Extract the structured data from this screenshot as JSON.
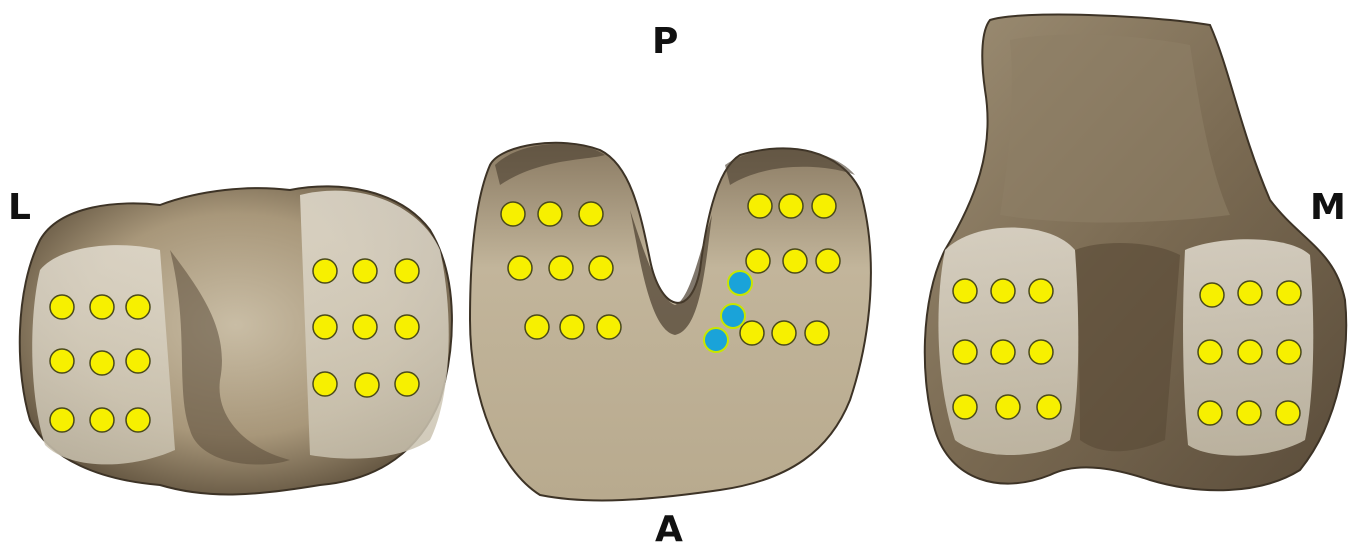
{
  "labels": {
    "posterior": "P",
    "anterior": "A",
    "lateral": "L",
    "medial": "M"
  },
  "colors": {
    "bone": "#b3a58b",
    "bone_dark": "#7a6a52",
    "cartilage_patch": "#d8d2c4",
    "point_yellow": "#f7f000",
    "point_blue": "#1aa3d9",
    "point_outline": "#4a4a1a"
  },
  "views": [
    {
      "name": "tibial-plateau-view",
      "yellow_point_count": 18,
      "blue_point_count": 0
    },
    {
      "name": "femoral-condyles-axial-view",
      "yellow_point_count": 18,
      "blue_point_count": 3
    },
    {
      "name": "femur-posterior-view",
      "yellow_point_count": 18,
      "blue_point_count": 0
    }
  ]
}
